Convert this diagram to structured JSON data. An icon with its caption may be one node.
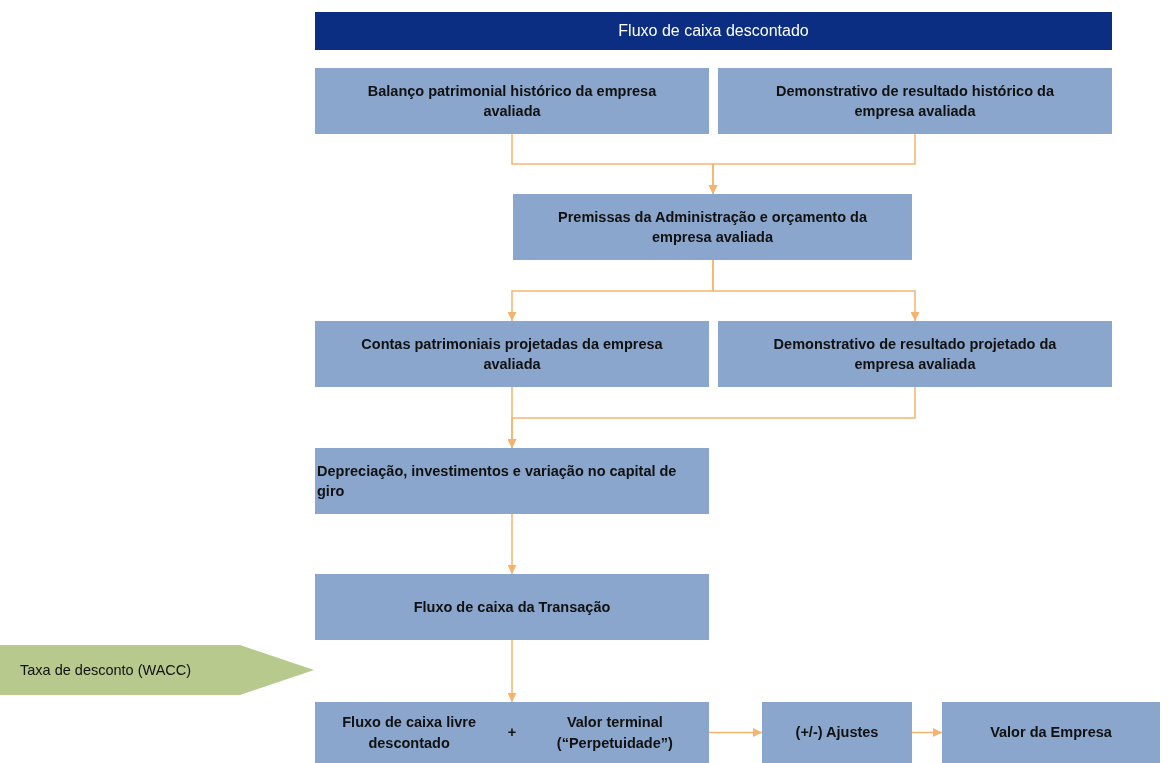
{
  "diagram": {
    "nodes": [
      {
        "text": [
          "Fluxo de caixa descontado"
        ]
      },
      {
        "text": [
          "Balanço patrimonial histórico da empresa avaliada"
        ]
      },
      {
        "text": [
          "Demonstrativo de resultado histórico da empresa avaliada"
        ]
      },
      {
        "text": [
          "Premissas da Administração e orçamento da empresa avaliada"
        ]
      },
      {
        "text": [
          "Contas patrimoniais projetadas da empresa avaliada"
        ]
      },
      {
        "text": [
          "Demonstrativo de resultado projetado da empresa avaliada"
        ]
      },
      {
        "text": [
          "Depreciação, investimentos e variação no capital de giro"
        ]
      },
      {
        "text": [
          "Fluxo de caixa da Transação"
        ]
      },
      {
        "text": [
          "Taxa de desconto (WACC)"
        ]
      },
      {
        "text": [
          "Fluxo de caixa livre descontado",
          "+",
          "Valor terminal (“Perpetuidade”)"
        ]
      },
      {
        "text": [
          "(+/-) Ajustes"
        ]
      },
      {
        "text": [
          "Valor da Empresa"
        ]
      }
    ],
    "edges": [
      {
        "from": 1,
        "to": 3,
        "arrow": "to"
      },
      {
        "from": 2,
        "to": 3,
        "arrow": "to"
      },
      {
        "from": 3,
        "to": 4,
        "arrow": "to"
      },
      {
        "from": 3,
        "to": 5,
        "arrow": "to"
      },
      {
        "from": 4,
        "to": 6,
        "arrow": "to"
      },
      {
        "from": 5,
        "to": 6,
        "arrow": "to"
      },
      {
        "from": 6,
        "to": 7,
        "arrow": "to"
      },
      {
        "from": 7,
        "to": 9,
        "arrow": "to"
      },
      {
        "from": 9,
        "to": 10,
        "arrow": "to"
      },
      {
        "from": 10,
        "to": 11,
        "arrow": "to"
      }
    ]
  }
}
